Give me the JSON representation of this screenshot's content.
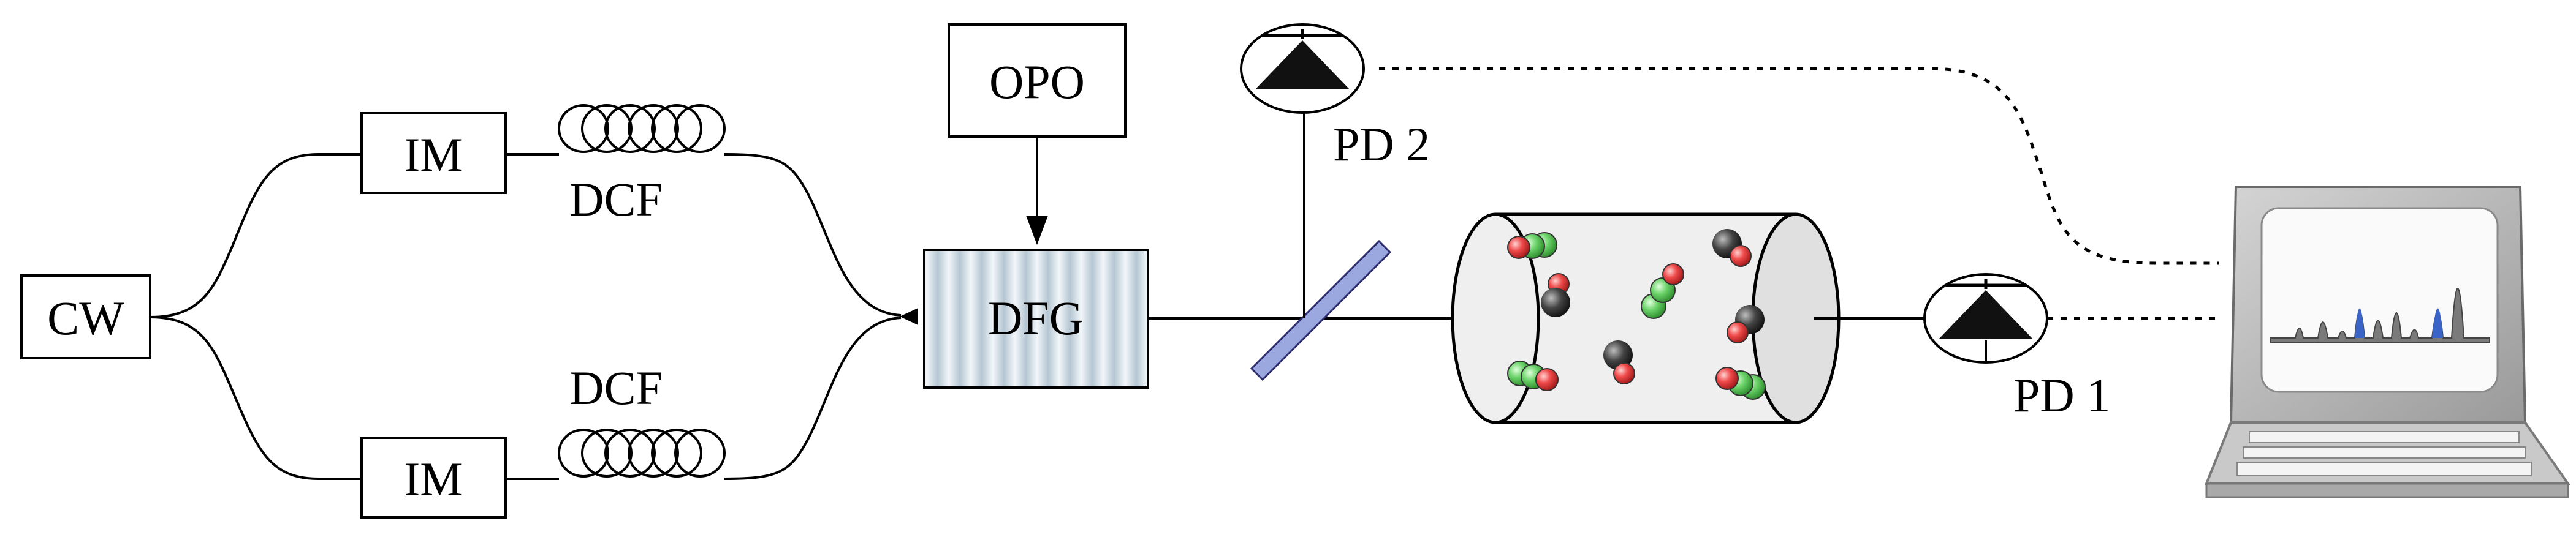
{
  "labels": {
    "cw": "CW",
    "im_top": "IM",
    "im_bottom": "IM",
    "dcf_top": "DCF",
    "dcf_bottom": "DCF",
    "opo": "OPO",
    "dfg": "DFG",
    "pd2": "PD 2",
    "pd1": "PD 1"
  },
  "colors": {
    "line": "#000000",
    "beamsplitter": "#9aa8df",
    "molecule_red": "#e53939",
    "molecule_green": "#6cd36a",
    "molecule_black": "#333333",
    "spectrum_gray": "#7a7a7a",
    "spectrum_blue": "#3a63c8",
    "screen": "#fafafa",
    "monitor": "#b9b9b9"
  },
  "icons": {
    "fiber_coil": "fiber-coil-icon",
    "photodiode": "photodiode-icon",
    "beamsplitter": "beamsplitter-icon",
    "gas_cell": "gas-cell-icon",
    "molecule": "molecule-icon",
    "computer": "laptop-icon"
  }
}
